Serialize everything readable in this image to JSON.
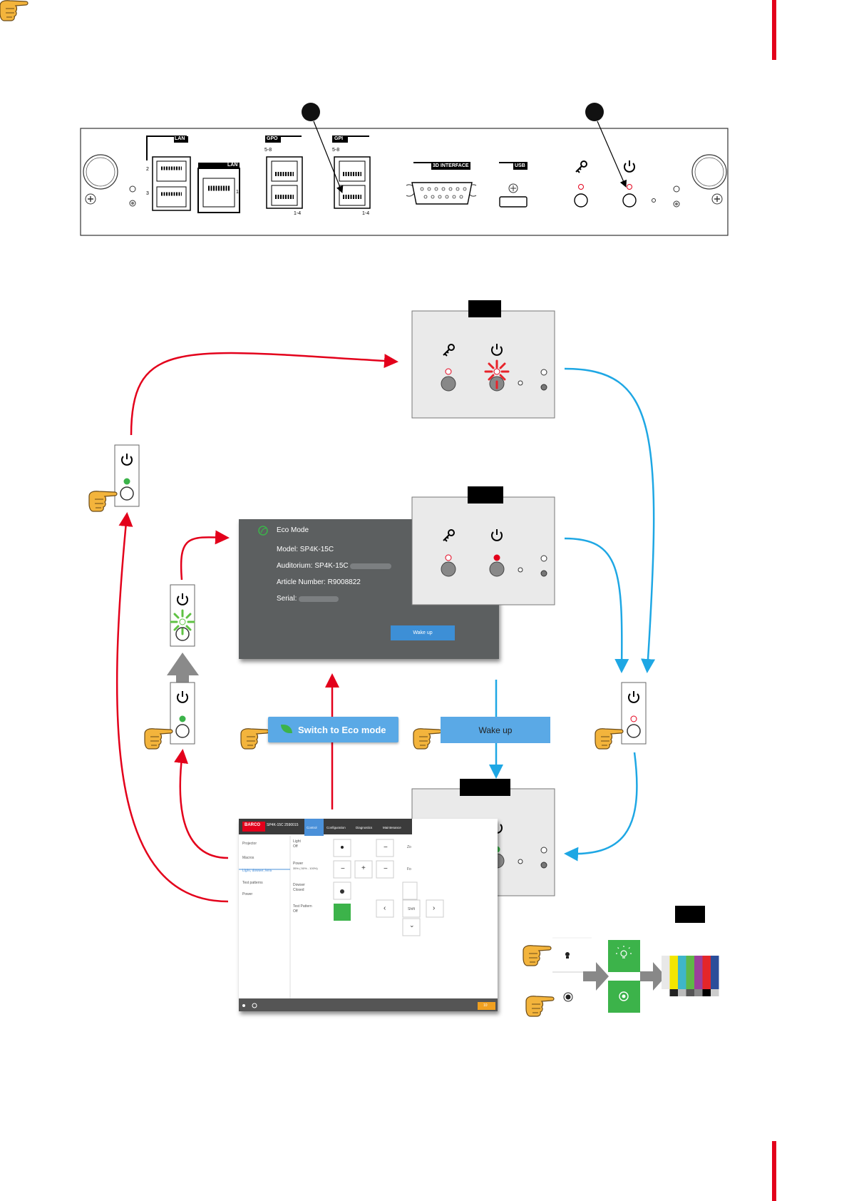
{
  "rear_panel": {
    "lan_top": "LAN",
    "lan_inner": "LAN",
    "lan_num_2": "2",
    "lan_num_3": "3",
    "lan_num_1": "1",
    "gpo": "GPO",
    "gpi": "GPI",
    "gpo_range_top": "5-8",
    "gpi_range_top": "5-8",
    "gpo_range_bottom": "1-4",
    "gpi_range_bottom": "1-4",
    "interface_3d": "3D INTERFACE",
    "usb": "USB"
  },
  "eco_dialog": {
    "title": "Eco Mode",
    "model": "Model: SP4K-15C",
    "auditorium": "Auditorium: SP4K-15C",
    "article": "Article Number: R9008822",
    "serial": "Serial:",
    "wake_button": "Wake up"
  },
  "actions": {
    "switch_eco": "Switch to Eco mode",
    "wake_up": "Wake up"
  },
  "web_ui": {
    "brand": "BARCO",
    "device": "SP4K-15C 2590015",
    "tabs": [
      "Control",
      "Configuration",
      "Diagnostics",
      "Maintenance"
    ],
    "sidebar": [
      "Projector",
      "Macros",
      "Light, dowser, lens",
      "Test patterns",
      "Power"
    ],
    "light_label": "Light",
    "light_value": "Off",
    "power_label": "Power",
    "power_value": "35% ( 50% - 100%)",
    "dowser_label": "Dowser",
    "dowser_value": "Closed",
    "test_label": "Test Pattern",
    "test_value": "Off",
    "shift": "Shift",
    "minus": "−",
    "plus": "+",
    "left": "‹",
    "right": "›",
    "down": "⌄",
    "zo": "Zo",
    "fo": "Fo",
    "counter": "10"
  },
  "colors": {
    "red_arrow": "#e3001b",
    "blue_arrow": "#1ea7e4",
    "green": "#3cb34a",
    "button_blue": "#5aa9e6",
    "dialog_bg": "#5b5e61"
  },
  "test_bars": [
    "#e8e8e8",
    "#f3e600",
    "#3fb6c9",
    "#5fb847",
    "#9b3f9b",
    "#e3262a",
    "#2b4d9a"
  ]
}
